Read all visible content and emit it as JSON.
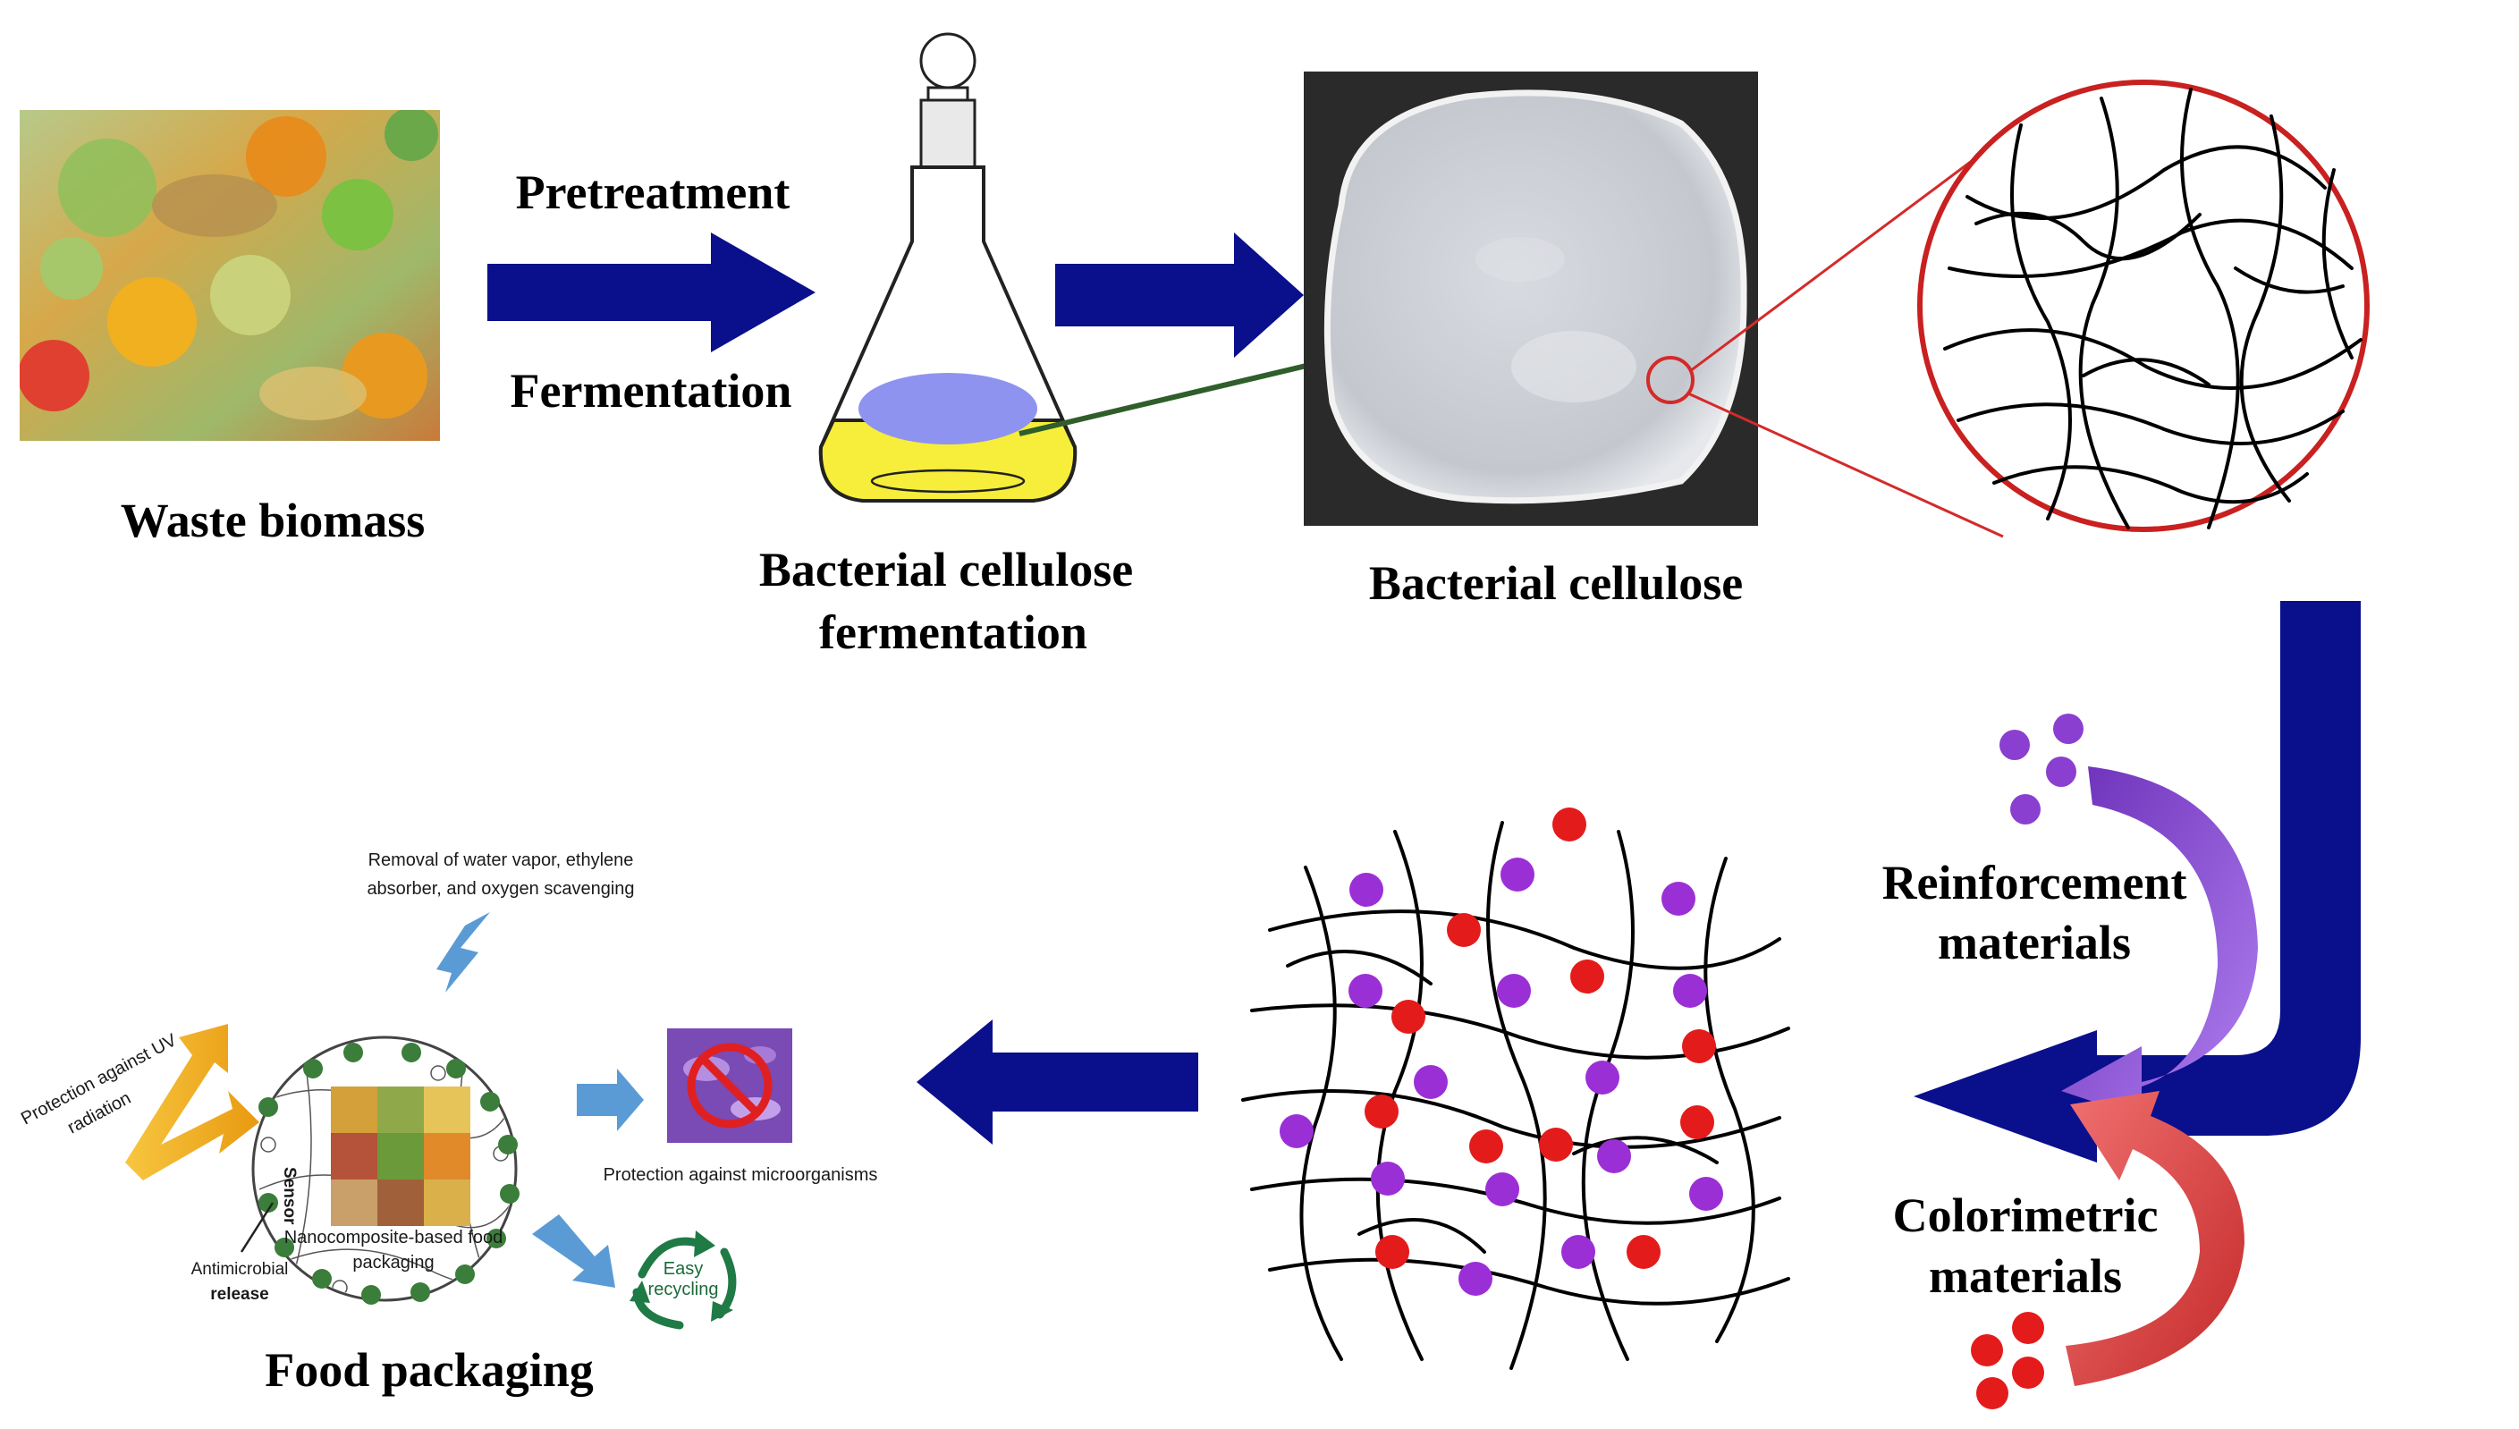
{
  "labels": {
    "waste_biomass": "Waste biomass",
    "pretreatment": "Pretreatment",
    "fermentation": "Fermentation",
    "bc_fermentation_line1": "Bacterial cellulose",
    "bc_fermentation_line2": "fermentation",
    "bacterial_cellulose": "Bacterial cellulose",
    "reinforcement_line1": "Reinforcement",
    "reinforcement_line2": "materials",
    "colorimetric_line1": "Colorimetric",
    "colorimetric_line2": "materials",
    "food_packaging": "Food packaging"
  },
  "packaging_labels": {
    "removal_line1": "Removal of water vapor, ethylene",
    "removal_line2": "absorber, and oxygen scavenging",
    "uv_line1": "Protection against UV",
    "uv_line2": "radiation",
    "microorganisms": "Protection against microorganisms",
    "nanocomposite_line1": "Nanocomposite-based food",
    "nanocomposite_line2": "packaging",
    "antimicrobial_line1": "Antimicrobial",
    "antimicrobial_line2": "release",
    "recycling_line1": "Easy",
    "recycling_line2": "recycling",
    "vertical_text": "Sensor"
  },
  "colors": {
    "arrow_navy": "#0a0f8c",
    "green_arrow": "#2f5e2a",
    "magnify_red": "#d42a2a",
    "reinforcement_purple": "#8a3fd0",
    "particle_purple": "#9b2fd6",
    "particle_red": "#e41b1b",
    "colorimetric_red": "#e84a4a",
    "uv_arrow": "#f2b21c",
    "light_blue_arrow": "#5b9bd5",
    "flask_liquid": "#f6ee3a",
    "bc_disc": "#8f93f0",
    "recycle_green": "#1f7a45"
  },
  "icons": {
    "waste": "food-waste-photo",
    "flask": "erlenmeyer-flask-icon",
    "bc_photo": "bacterial-cellulose-pellicle-photo",
    "network": "fiber-network-icon",
    "composite": "nanocomposite-network-icon",
    "packaging": "packaging-circle-icon",
    "no_microbe": "no-microorganism-icon",
    "recycle": "recycle-icon"
  }
}
